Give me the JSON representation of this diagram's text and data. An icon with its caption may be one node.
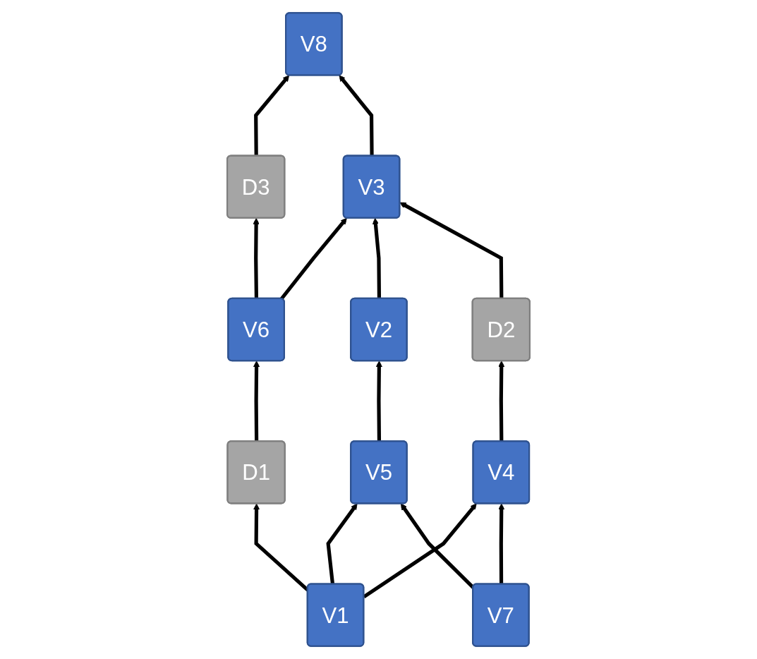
{
  "diagram": {
    "nodes": [
      {
        "text": [
          "V8"
        ]
      },
      {
        "text": [
          "D3"
        ]
      },
      {
        "text": [
          "V3"
        ]
      },
      {
        "text": [
          "V6"
        ]
      },
      {
        "text": [
          "V2"
        ]
      },
      {
        "text": [
          "D2"
        ]
      },
      {
        "text": [
          "D1"
        ]
      },
      {
        "text": [
          "V5"
        ]
      },
      {
        "text": [
          "V4"
        ]
      },
      {
        "text": [
          "V1"
        ]
      },
      {
        "text": [
          "V7"
        ]
      }
    ],
    "edges": [
      {
        "from": 1,
        "to": 0,
        "arrow": "to"
      },
      {
        "from": 2,
        "to": 0,
        "arrow": "to"
      },
      {
        "from": 3,
        "to": 1,
        "arrow": "to"
      },
      {
        "from": 3,
        "to": 2,
        "arrow": "to"
      },
      {
        "from": 4,
        "to": 2,
        "arrow": "to"
      },
      {
        "from": 5,
        "to": 2,
        "arrow": "to"
      },
      {
        "from": 6,
        "to": 3,
        "arrow": "to"
      },
      {
        "from": 7,
        "to": 4,
        "arrow": "to"
      },
      {
        "from": 8,
        "to": 5,
        "arrow": "to"
      },
      {
        "from": 9,
        "to": 6,
        "arrow": "to"
      },
      {
        "from": 9,
        "to": 7,
        "arrow": "to"
      },
      {
        "from": 9,
        "to": 8,
        "arrow": "to"
      },
      {
        "from": 10,
        "to": 7,
        "arrow": "to"
      },
      {
        "from": 10,
        "to": 8,
        "arrow": "to"
      }
    ]
  }
}
